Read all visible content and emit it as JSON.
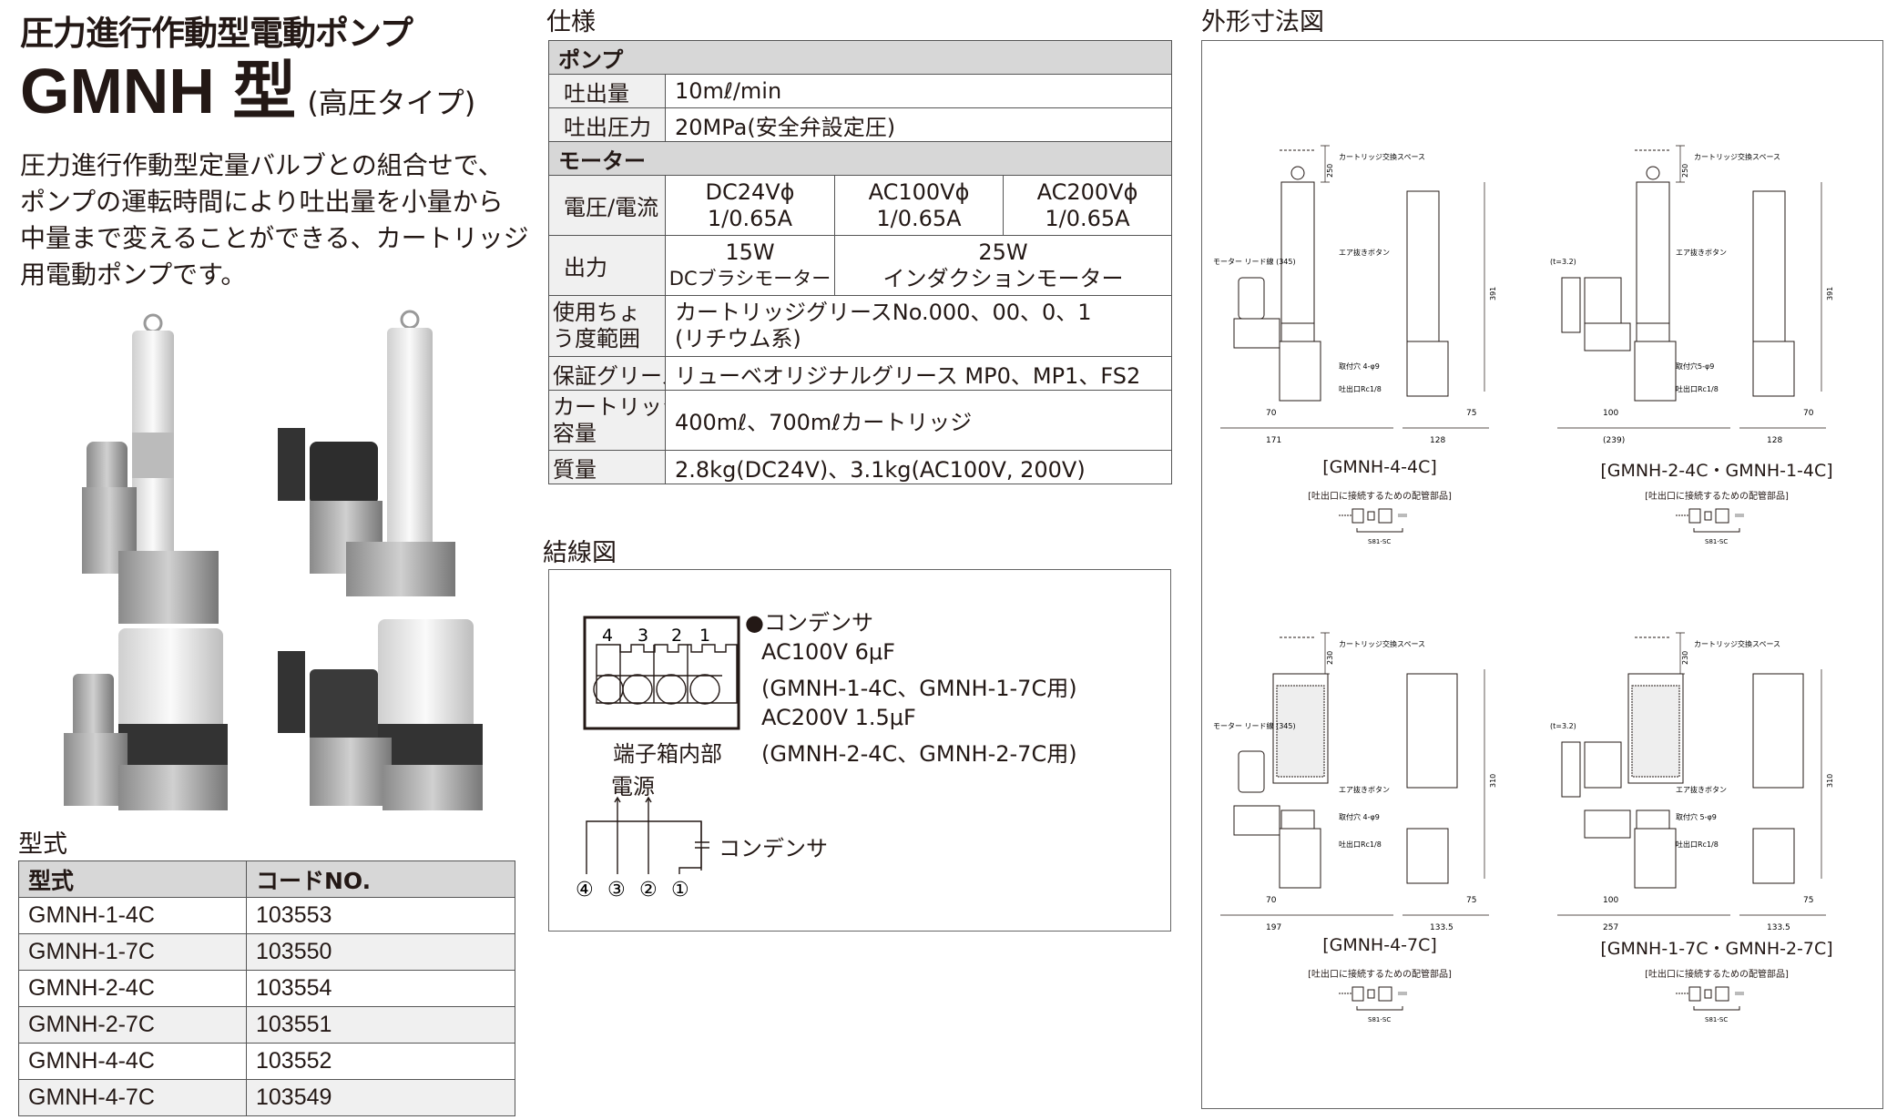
{
  "header": {
    "title": "圧力進行作動型電動ポンプ",
    "model": "GMNH 型",
    "subtitle": "(高圧タイプ)"
  },
  "description": [
    "圧力進行作動型定量バルブとの組合せで、",
    "ポンプの運転時間により吐出量を小量から",
    "中量まで変えることができる、カートリッジ",
    "用電動ポンプです。"
  ],
  "model_table": {
    "label": "型式",
    "headers": [
      "型式",
      "コードNO."
    ],
    "rows": [
      [
        "GMNH-1-4C",
        "103553"
      ],
      [
        "GMNH-1-7C",
        "103550"
      ],
      [
        "GMNH-2-4C",
        "103554"
      ],
      [
        "GMNH-2-7C",
        "103551"
      ],
      [
        "GMNH-4-4C",
        "103552"
      ],
      [
        "GMNH-4-7C",
        "103549"
      ]
    ]
  },
  "spec": {
    "label": "仕様",
    "pump": "ポンプ",
    "discharge_label": "吐出量",
    "discharge": "10mℓ/min",
    "pressure_label": "吐出圧力",
    "pressure": "20MPa(安全弁設定圧)",
    "motor": "モーター",
    "voltage_label": "電圧/電流",
    "voltages": [
      [
        "DC24Vϕ",
        "1/0.65A"
      ],
      [
        "AC100Vϕ",
        "1/0.65A"
      ],
      [
        "AC200Vϕ",
        "1/0.65A"
      ]
    ],
    "output_label": "出力",
    "outputs": [
      [
        "15W",
        "DCブラシモーター"
      ],
      [
        "25W",
        "インダクションモーター"
      ]
    ],
    "grease_label": "使用ちょう度範囲",
    "grease": [
      "カートリッジグリースNo.000、00、0、1",
      "(リチウム系)"
    ],
    "guarantee_label": "保証グリース",
    "guarantee": "リューベオリジナルグリース MP0、MP1、FS2",
    "cartridge_label": [
      "カートリッジ",
      "容量"
    ],
    "cartridge": "400mℓ、700mℓカートリッジ",
    "mass_label": "質量",
    "mass": "2.8kg(DC24V)、3.1kg(AC100V, 200V)"
  },
  "wiring": {
    "label": "結線図",
    "terminals": [
      "4",
      "3",
      "2",
      "1"
    ],
    "box_caption": "端子箱内部",
    "condenser_title": "●コンデンサ",
    "ac100": "AC100V 6μF",
    "ac100_note": "(GMNH-1-4C、GMNH-1-7C用)",
    "ac200": "AC200V 1.5μF",
    "ac200_note": "(GMNH-2-4C、GMNH-2-7C用)",
    "power": "電源",
    "condenser": "コンデンサ",
    "pins": [
      "④",
      "③",
      "②",
      "①"
    ]
  },
  "dims": {
    "label": "外形寸法図",
    "parts_label": "[吐出口に接続するための配管部品]",
    "parts_code": "S81-SC",
    "drawings": [
      {
        "caption": "[GMNH-4-4C]",
        "space": "カートリッジ交換スペース",
        "space_dim": "250",
        "height": "391",
        "motor_lead": "モーター リード線 (345)",
        "air": "エア抜きボタン",
        "mount": "取付穴 4-φ9",
        "outlet": "吐出口Rc1/8",
        "w1": "171",
        "w2": "70",
        "w3": "128",
        "w4": "75"
      },
      {
        "caption": "[GMNH-2-4C・GMNH-1-4C]",
        "space": "カートリッジ交換スペース",
        "space_dim": "250",
        "height": "391",
        "motor_lead": "(t=3.2)",
        "air": "エア抜きボタン",
        "mount": "取付穴5-φ9",
        "outlet": "吐出口Rc1/8",
        "w1": "(239)",
        "w2": "100",
        "w3": "128",
        "w4": "70"
      },
      {
        "caption": "[GMNH-4-7C]",
        "space": "カートリッジ交換スペース",
        "space_dim": "230",
        "height": "310",
        "motor_lead": "モーター リード線 (345)",
        "air": "エア抜きボタン",
        "mount": "取付穴 4-φ9",
        "outlet": "吐出口Rc1/8",
        "w1": "197",
        "w2": "70",
        "w3": "133.5",
        "w4": "75"
      },
      {
        "caption": "[GMNH-1-7C・GMNH-2-7C]",
        "space": "カートリッジ交換スペース",
        "space_dim": "230",
        "height": "310",
        "motor_lead": "(t=3.2)",
        "air": "エア抜きボタン",
        "mount": "取付穴 5-φ9",
        "outlet": "吐出口Rc1/8",
        "w1": "257",
        "w2": "100",
        "w3": "133.5",
        "w4": "75"
      }
    ]
  }
}
